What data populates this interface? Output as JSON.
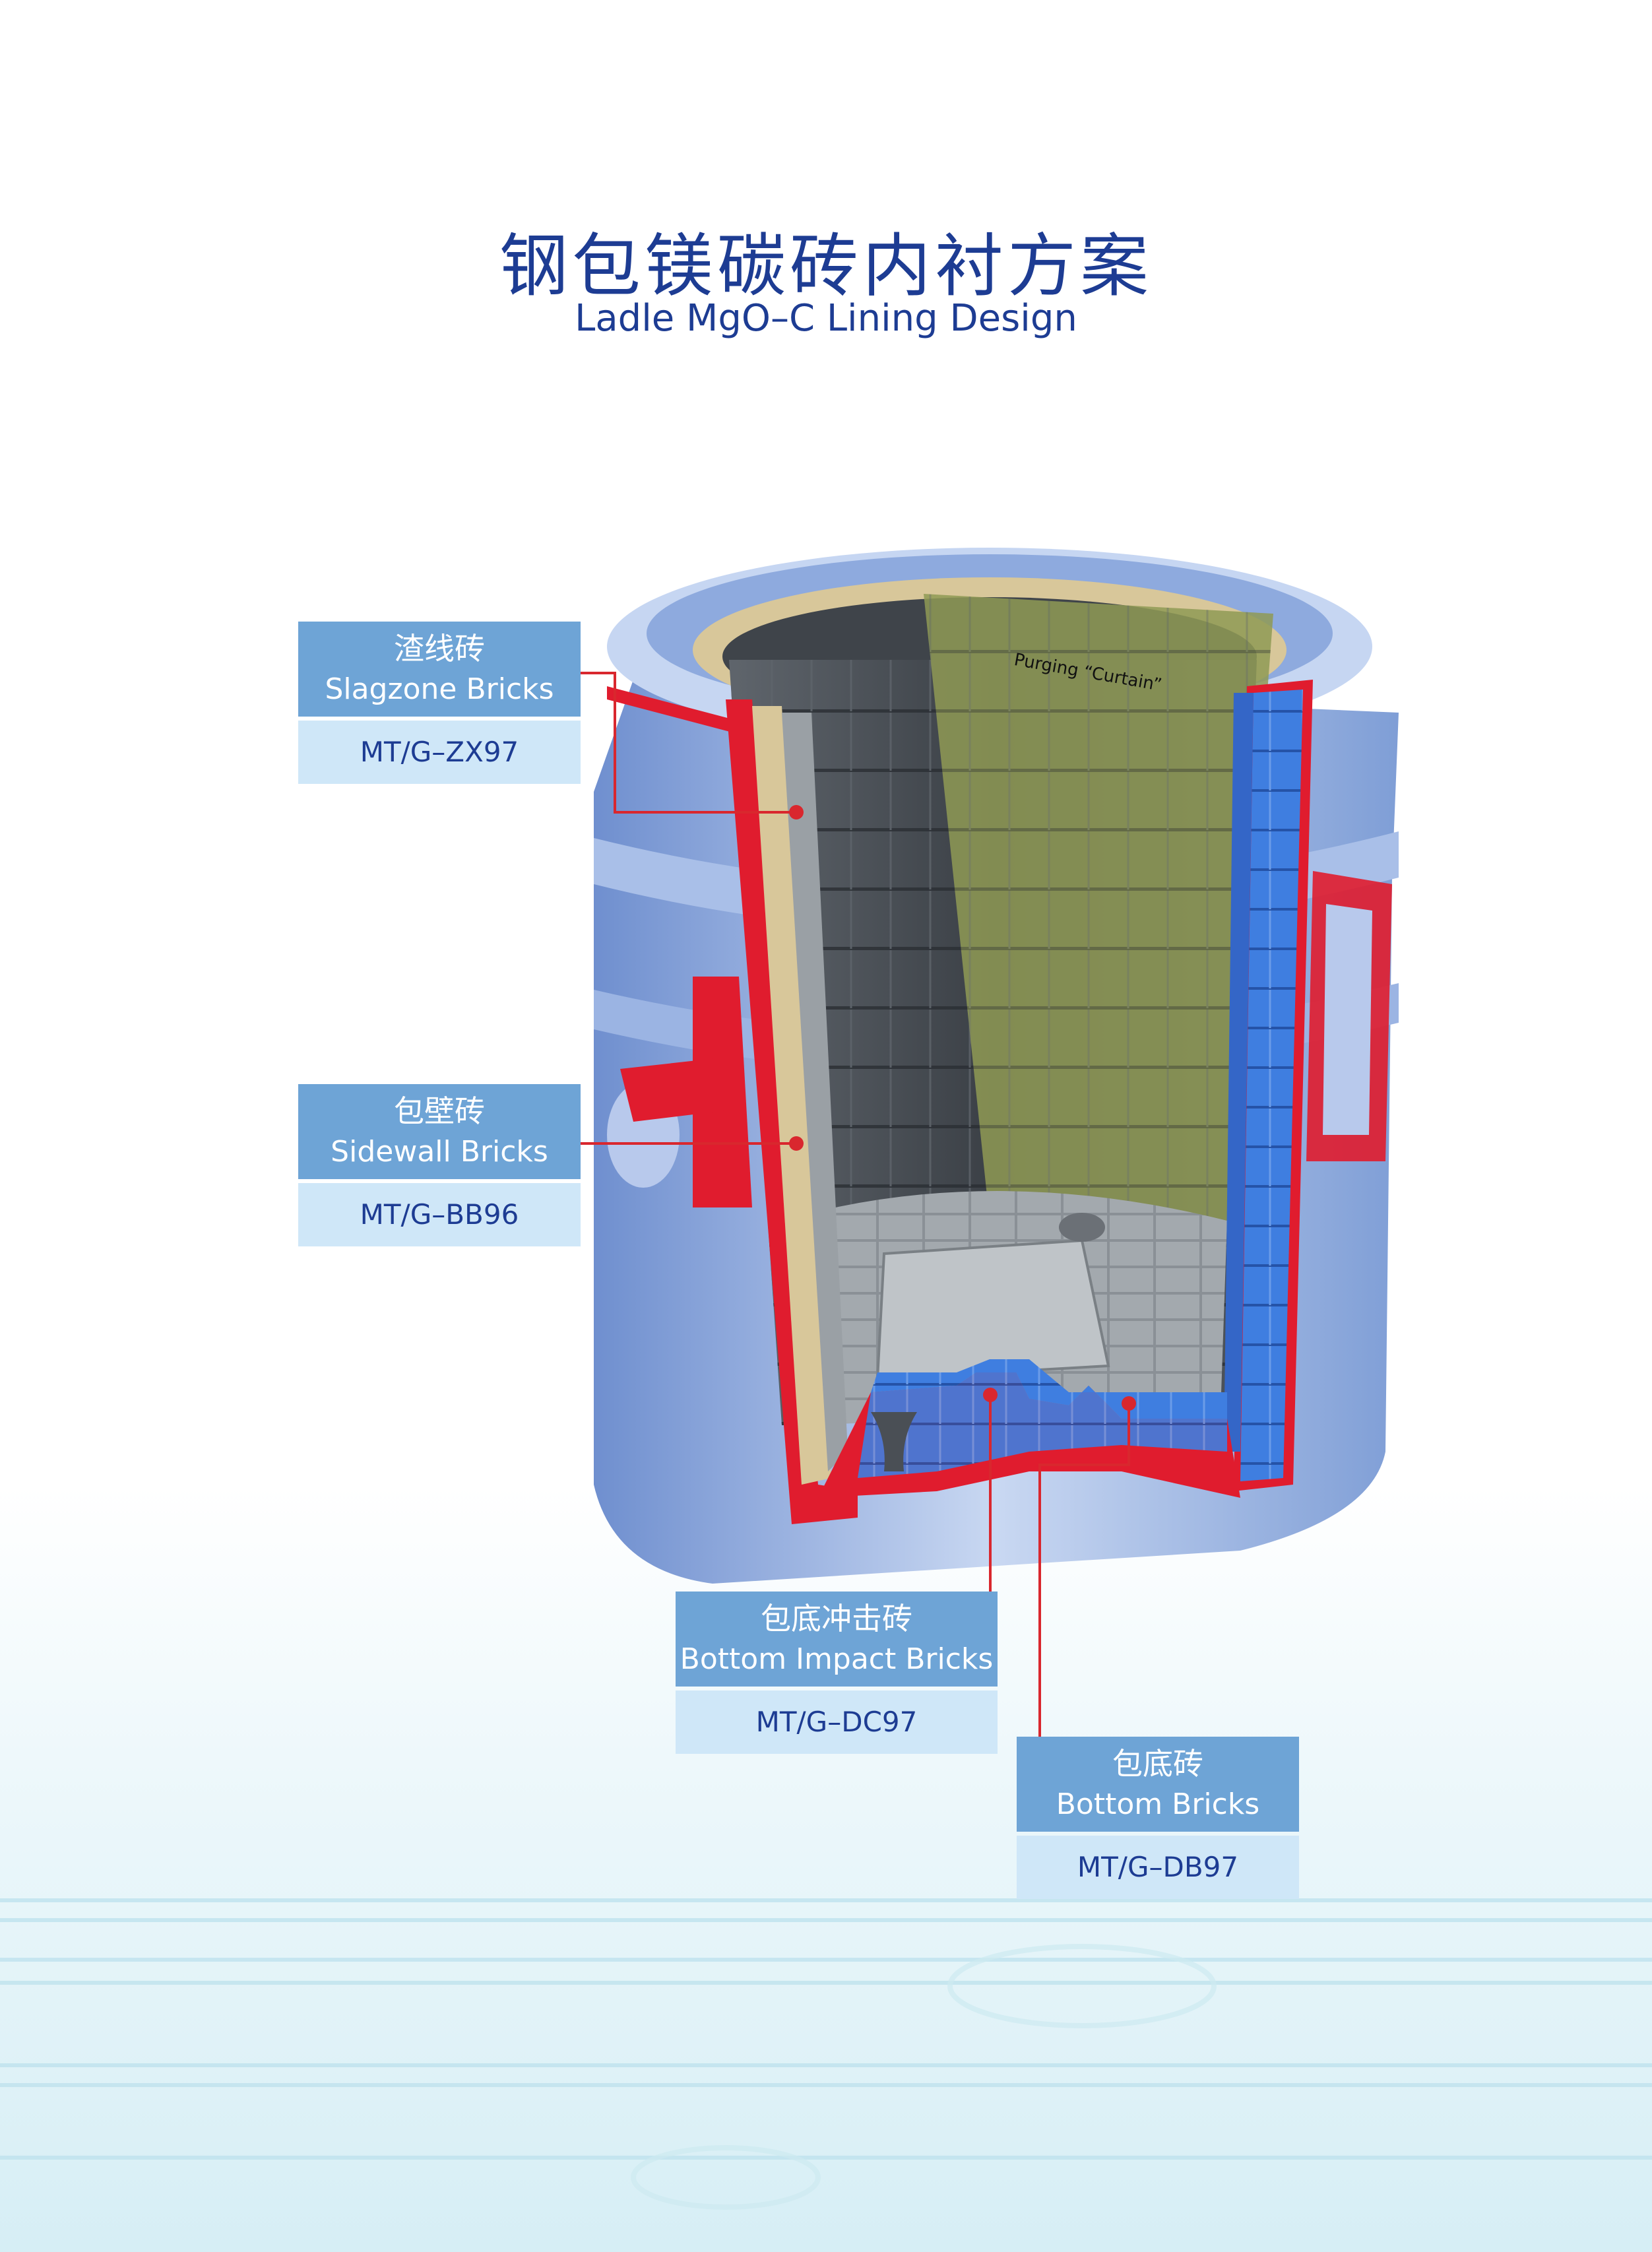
{
  "title": {
    "cn": "钢包镁碳砖内衬方案",
    "en": "Ladle MgO–C Lining Design"
  },
  "diagram": {
    "annotation": "Purging “Curtain”",
    "colors": {
      "shell": "#7f9ed6",
      "shell_light": "#c8d7f2",
      "red_layer": "#e01c2e",
      "brick_dark": "#4a4f55",
      "brick_blue": "#3f7ee0",
      "curtain": "#8f9a55",
      "leader_line": "#d9272e"
    }
  },
  "labels": [
    {
      "key": "slagzone",
      "cn": "渣线砖",
      "en": "Slagzone Bricks",
      "code": "MT/G–ZX97"
    },
    {
      "key": "sidewall",
      "cn": "包壁砖",
      "en": "Sidewall Bricks",
      "code": "MT/G–BB96"
    },
    {
      "key": "bottom_impact",
      "cn": "包底冲击砖",
      "en": "Bottom Impact Bricks",
      "code": "MT/G–DC97"
    },
    {
      "key": "bottom",
      "cn": "包底砖",
      "en": "Bottom Bricks",
      "code": "MT/G–DB97"
    }
  ]
}
